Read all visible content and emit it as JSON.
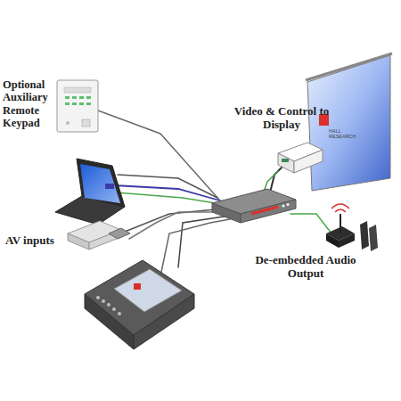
{
  "diagram": {
    "labels": [
      "Optional Auxiliary Remote Keypad",
      "Video & Control to Display",
      "AV inputs",
      "De-embedded Audio Output",
      "HALL RESEARCH"
    ]
  }
}
